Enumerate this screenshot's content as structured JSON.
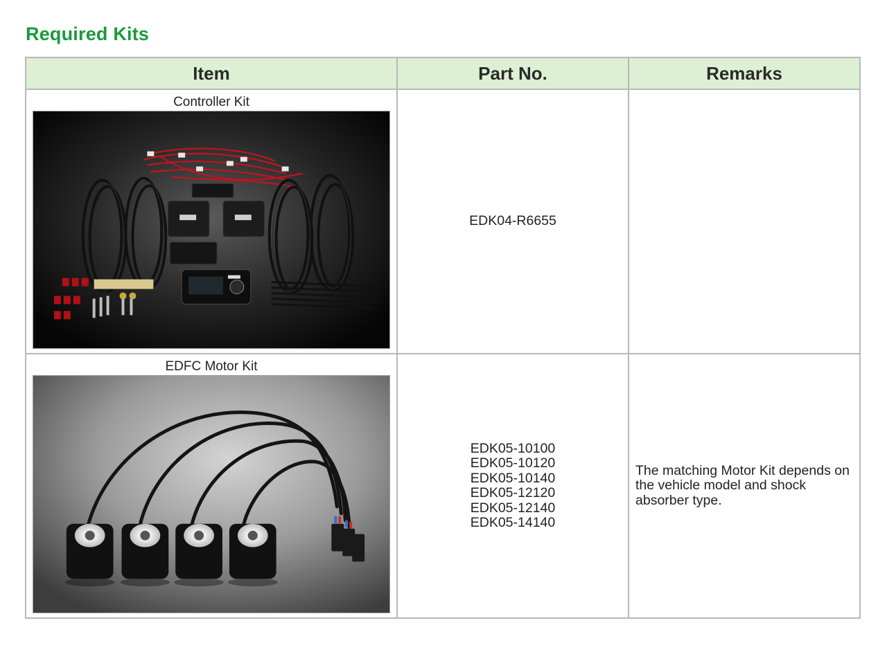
{
  "page_title": "Required Kits",
  "table": {
    "headers": {
      "item": "Item",
      "part_no": "Part No.",
      "remarks": "Remarks"
    },
    "rows": [
      {
        "item": "Controller Kit",
        "image": "controller-kit-photo",
        "part_numbers": [
          "EDK04-R6655"
        ],
        "remarks": ""
      },
      {
        "item": "EDFC Motor Kit",
        "image": "edfc-motor-kit-photo",
        "part_numbers": [
          "EDK05-10100",
          "EDK05-10120",
          "EDK05-10140",
          "EDK05-12120",
          "EDK05-12140",
          "EDK05-14140"
        ],
        "remarks": "The matching Motor Kit depends on the vehicle model and shock absorber type."
      }
    ]
  },
  "colors": {
    "heading": "#1a9a3c",
    "header_bg": "#ddf0d4",
    "border": "#b8b8b8"
  }
}
